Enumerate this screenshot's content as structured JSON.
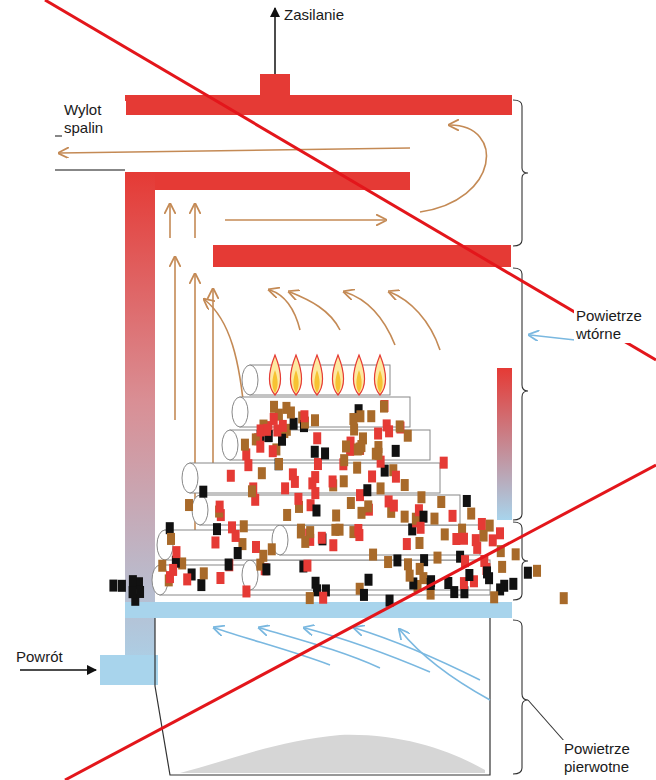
{
  "diagram": {
    "labels": [
      "Zasilanie",
      "Wylot spalin",
      "Powietrze wtórne",
      "Powrót",
      "Powietrze pierwotne"
    ]
  }
}
